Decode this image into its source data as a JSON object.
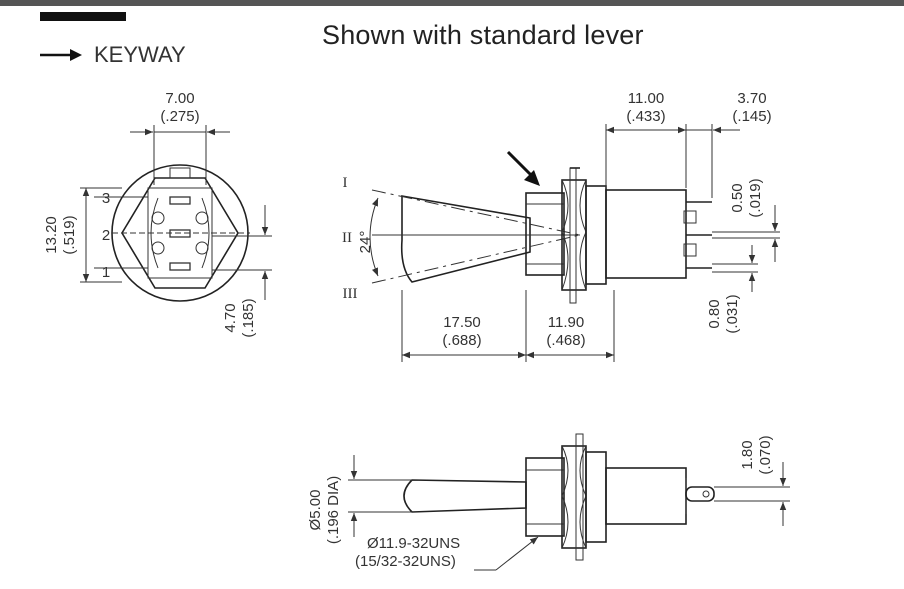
{
  "title": "Shown with standard lever",
  "keyway_label": "KEYWAY",
  "front_view": {
    "width_dim": "7.00",
    "width_dim_in": "(.275)",
    "height_dim": "13.20",
    "height_dim_in": "(.519)",
    "pin_spacing_dim": "4.70",
    "pin_spacing_dim_in": "(.185)",
    "terminal_labels": [
      "3",
      "2",
      "1"
    ]
  },
  "side_view": {
    "positions": [
      "I",
      "II",
      "III"
    ],
    "angle": "24°",
    "lever_length_dim": "17.50",
    "lever_length_dim_in": "(.688)",
    "bushing_dim": "11.90",
    "bushing_dim_in": "(.468)",
    "body_length_dim": "11.00",
    "body_length_dim_in": "(.433)",
    "terminal_length_dim": "3.70",
    "terminal_length_dim_in": "(.145)",
    "terminal_thickness_dim": "0.50",
    "terminal_thickness_dim_in": "(.019)",
    "terminal_width_dim": "0.80",
    "terminal_width_dim_in": "(.031)"
  },
  "bottom_view": {
    "lever_dia_dim": "Ø5.00",
    "lever_dia_dim_in": "(.196 DIA)",
    "thread_dim": "Ø11.9-32UNS",
    "thread_dim_in": "(15/32-32UNS)",
    "terminal_dim": "1.80",
    "terminal_dim_in": "(.070)"
  }
}
